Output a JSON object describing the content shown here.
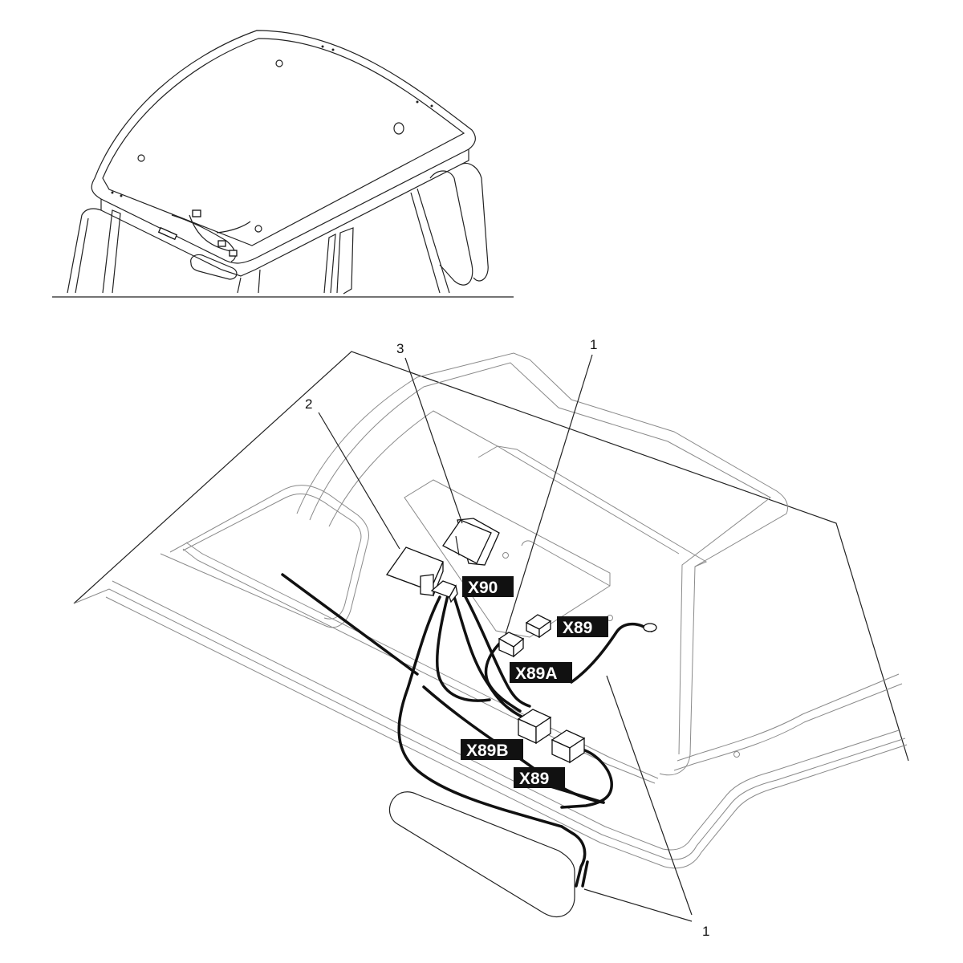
{
  "callouts": {
    "c1_top": "1",
    "c2": "2",
    "c3": "3",
    "c1_bottom": "1"
  },
  "connectors": {
    "x90": "X90",
    "x89_upper": "X89",
    "x89a": "X89A",
    "x89b": "X89B",
    "x89_lower": "X89"
  },
  "colors": {
    "label_background": "#111111",
    "label_text": "#ffffff",
    "line": "#111111"
  }
}
